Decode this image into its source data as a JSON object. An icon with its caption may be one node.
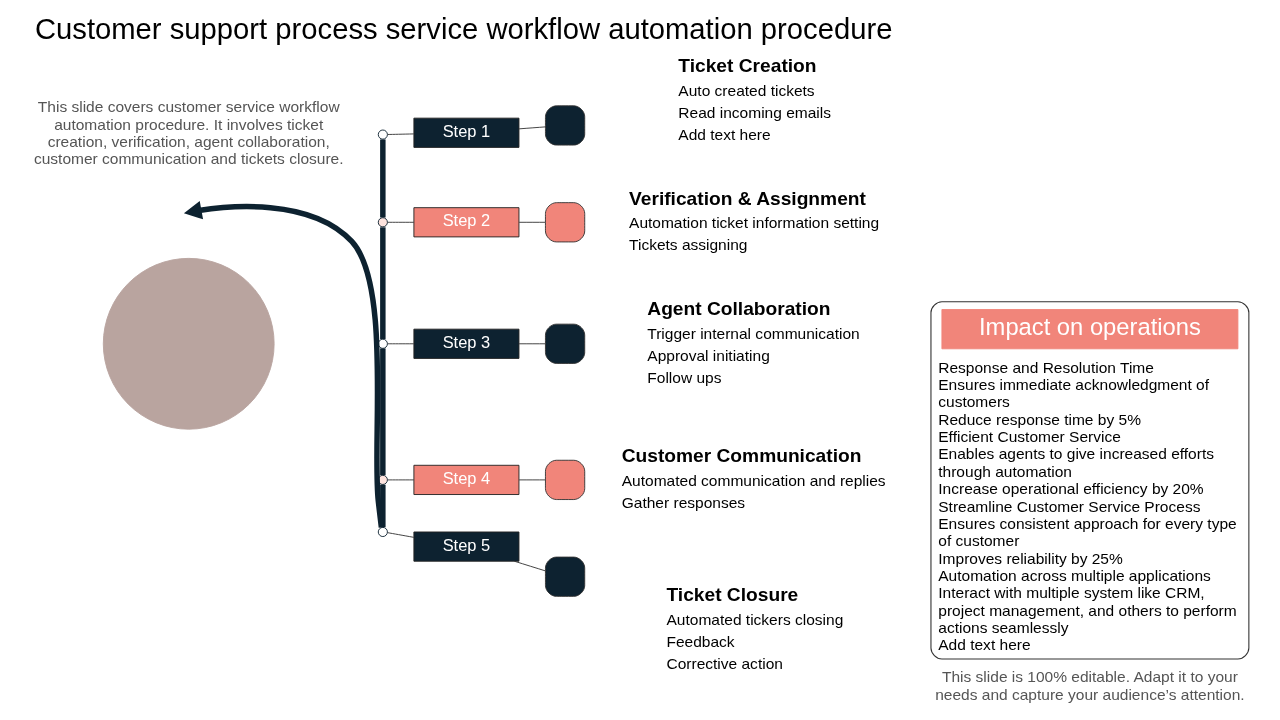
{
  "diagram": {
    "title": "Customer support process service workflow automation procedure",
    "nodes": [
      {
        "text": [],
        "shape": "circle"
      },
      {
        "text": [],
        "shape": "circle"
      },
      {
        "text": [],
        "shape": "circle"
      },
      {
        "text": [],
        "shape": "circle"
      },
      {
        "text": [],
        "shape": "circle"
      },
      {
        "text": [],
        "shape": "circle"
      },
      {
        "text": [
          "Step 1"
        ]
      },
      {
        "text": [
          "Step 2"
        ]
      },
      {
        "text": [
          "Step 3"
        ]
      },
      {
        "text": [
          "Step 4"
        ]
      },
      {
        "text": [
          "Step 5"
        ]
      },
      {
        "text": [],
        "shape": "box",
        "beside": [
          "Ticket Creation",
          "Auto created tickets",
          "Read incoming emails",
          "Add text here"
        ]
      },
      {
        "text": [],
        "shape": "box",
        "beside": [
          "Verification & Assignment",
          "Automation ticket information setting",
          "Tickets assigning"
        ]
      },
      {
        "text": [],
        "shape": "box",
        "beside": [
          "Agent Collaboration",
          "Trigger internal communication",
          "Approval initiating",
          "Follow ups"
        ]
      },
      {
        "text": [],
        "shape": "box",
        "beside": [
          "Customer Communication",
          "Automated communication and replies",
          "Gather responses"
        ]
      },
      {
        "text": [],
        "shape": "box",
        "beside": [
          "Ticket Closure",
          "Automated tickers closing",
          "Feedback",
          "Corrective action"
        ]
      },
      {
        "text": [
          "Response and Resolution Time",
          "Ensures immediate acknowledgment of customers",
          "Reduce response time by 5%",
          "Efficient Customer Service",
          "Enables agents to give increased efforts through automation",
          "Increase operational efficiency by 20%",
          "Streamline Customer Service Process",
          "Ensures consistent approach for every type of customer",
          "Improves reliability by 25%",
          "Automation across multiple applications",
          "Interact with multiple system like CRM, project management, and others to perform actions seamlessly",
          "Add text here"
        ]
      },
      {
        "text": [
          "Impact on operations"
        ],
        "in": 16
      }
    ],
    "edges": [
      {
        "from": 1,
        "to": 2,
        "arrow": "none",
        "style": "thick",
        "color": "#0d2230"
      },
      {
        "from": 2,
        "to": 3,
        "arrow": "none",
        "style": "thick",
        "color": "#0d2230"
      },
      {
        "from": 3,
        "to": 4,
        "arrow": "none",
        "style": "thick",
        "color": "#0d2230"
      },
      {
        "from": 4,
        "to": 5,
        "arrow": "none",
        "style": "thick",
        "color": "#0d2230"
      },
      {
        "from": 5,
        "to": null,
        "arrow": "to",
        "style": "thick",
        "color": "#0d2230"
      },
      {
        "from": 1,
        "to": 6,
        "arrow": "none"
      },
      {
        "from": 2,
        "to": 7,
        "arrow": "none"
      },
      {
        "from": 3,
        "to": 8,
        "arrow": "none"
      },
      {
        "from": 4,
        "to": 9,
        "arrow": "none"
      },
      {
        "from": 5,
        "to": 10,
        "arrow": "none"
      },
      {
        "from": 6,
        "to": 11,
        "arrow": "none"
      },
      {
        "from": 7,
        "to": 12,
        "arrow": "none"
      },
      {
        "from": 8,
        "to": 13,
        "arrow": "none"
      },
      {
        "from": 9,
        "to": 14,
        "arrow": "none"
      },
      {
        "from": 10,
        "to": 15,
        "arrow": "none"
      }
    ],
    "labels": [
      "This slide covers customer service workflow automation procedure. It involves ticket creation, verification, agent collaboration, customer communication and tickets closure.",
      "This slide is 100% editable. Adapt it to your needs and capture your audience’s attention."
    ]
  }
}
